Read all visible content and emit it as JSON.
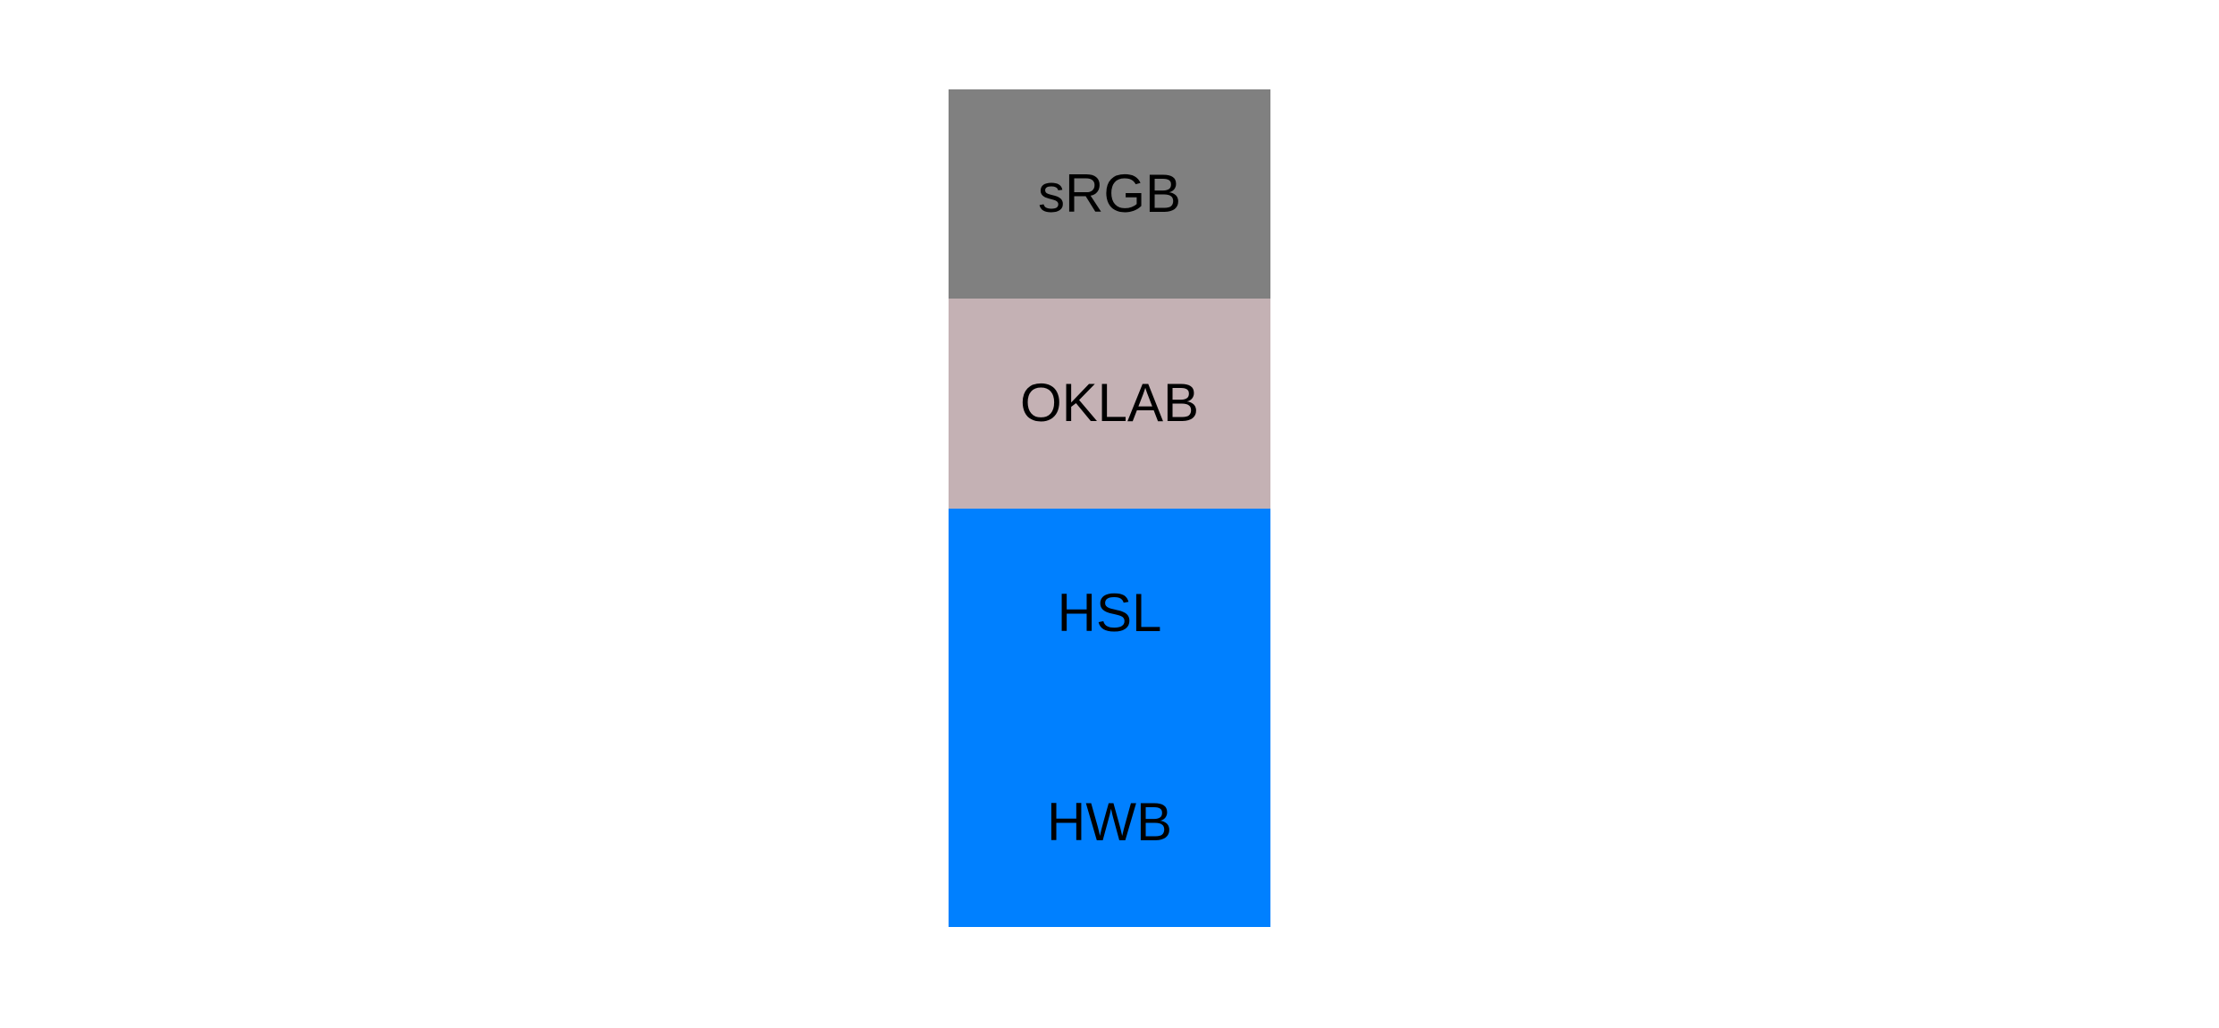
{
  "page": {
    "background": "#ffffff",
    "label_text_color": "#000000"
  },
  "swatches": [
    {
      "id": "srgb",
      "label": "sRGB",
      "color": "#808080"
    },
    {
      "id": "oklab",
      "label": "OKLAB",
      "color": "#c4b1b4"
    },
    {
      "id": "hsl",
      "label": "HSL",
      "color": "#0080ff"
    },
    {
      "id": "hwb",
      "label": "HWB",
      "color": "#0080ff"
    }
  ]
}
